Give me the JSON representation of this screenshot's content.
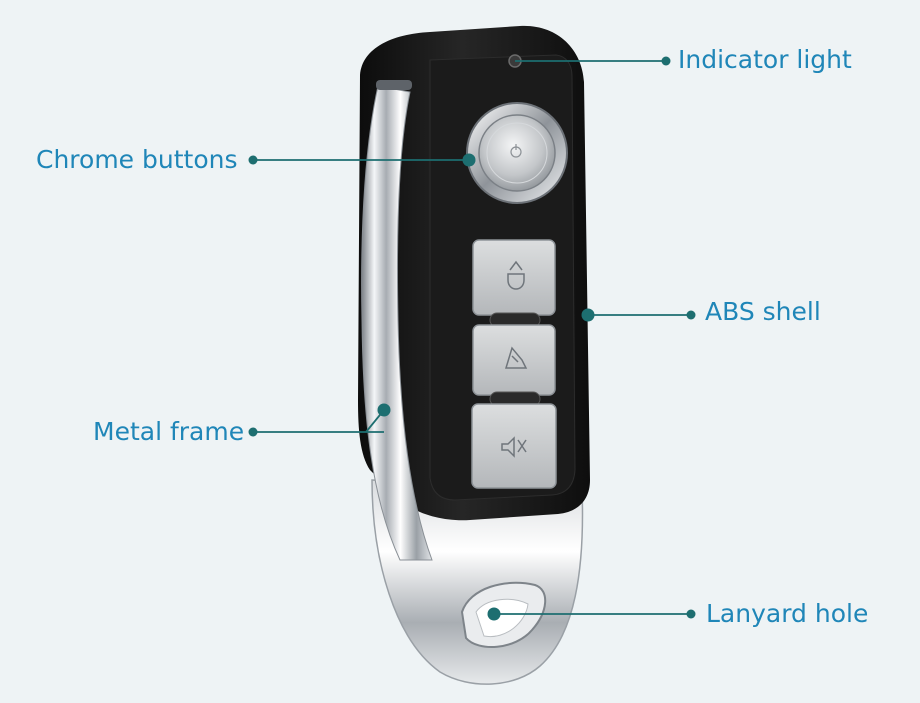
{
  "callouts": {
    "indicator_light": "Indicator light",
    "chrome_buttons": "Chrome buttons",
    "abs_shell": "ABS shell",
    "metal_frame": "Metal frame",
    "lanyard_hole": "Lanyard hole"
  },
  "colors": {
    "background": "#eef3f5",
    "label_text": "#1f86b8",
    "leader_line": "#1d6e70",
    "shell_body": "#161616",
    "chrome": "#c9ccd0",
    "button_face": "#c7c9cb"
  },
  "icons": [
    "unlock-icon",
    "lock-icon",
    "trunk-icon",
    "mute-icon"
  ]
}
